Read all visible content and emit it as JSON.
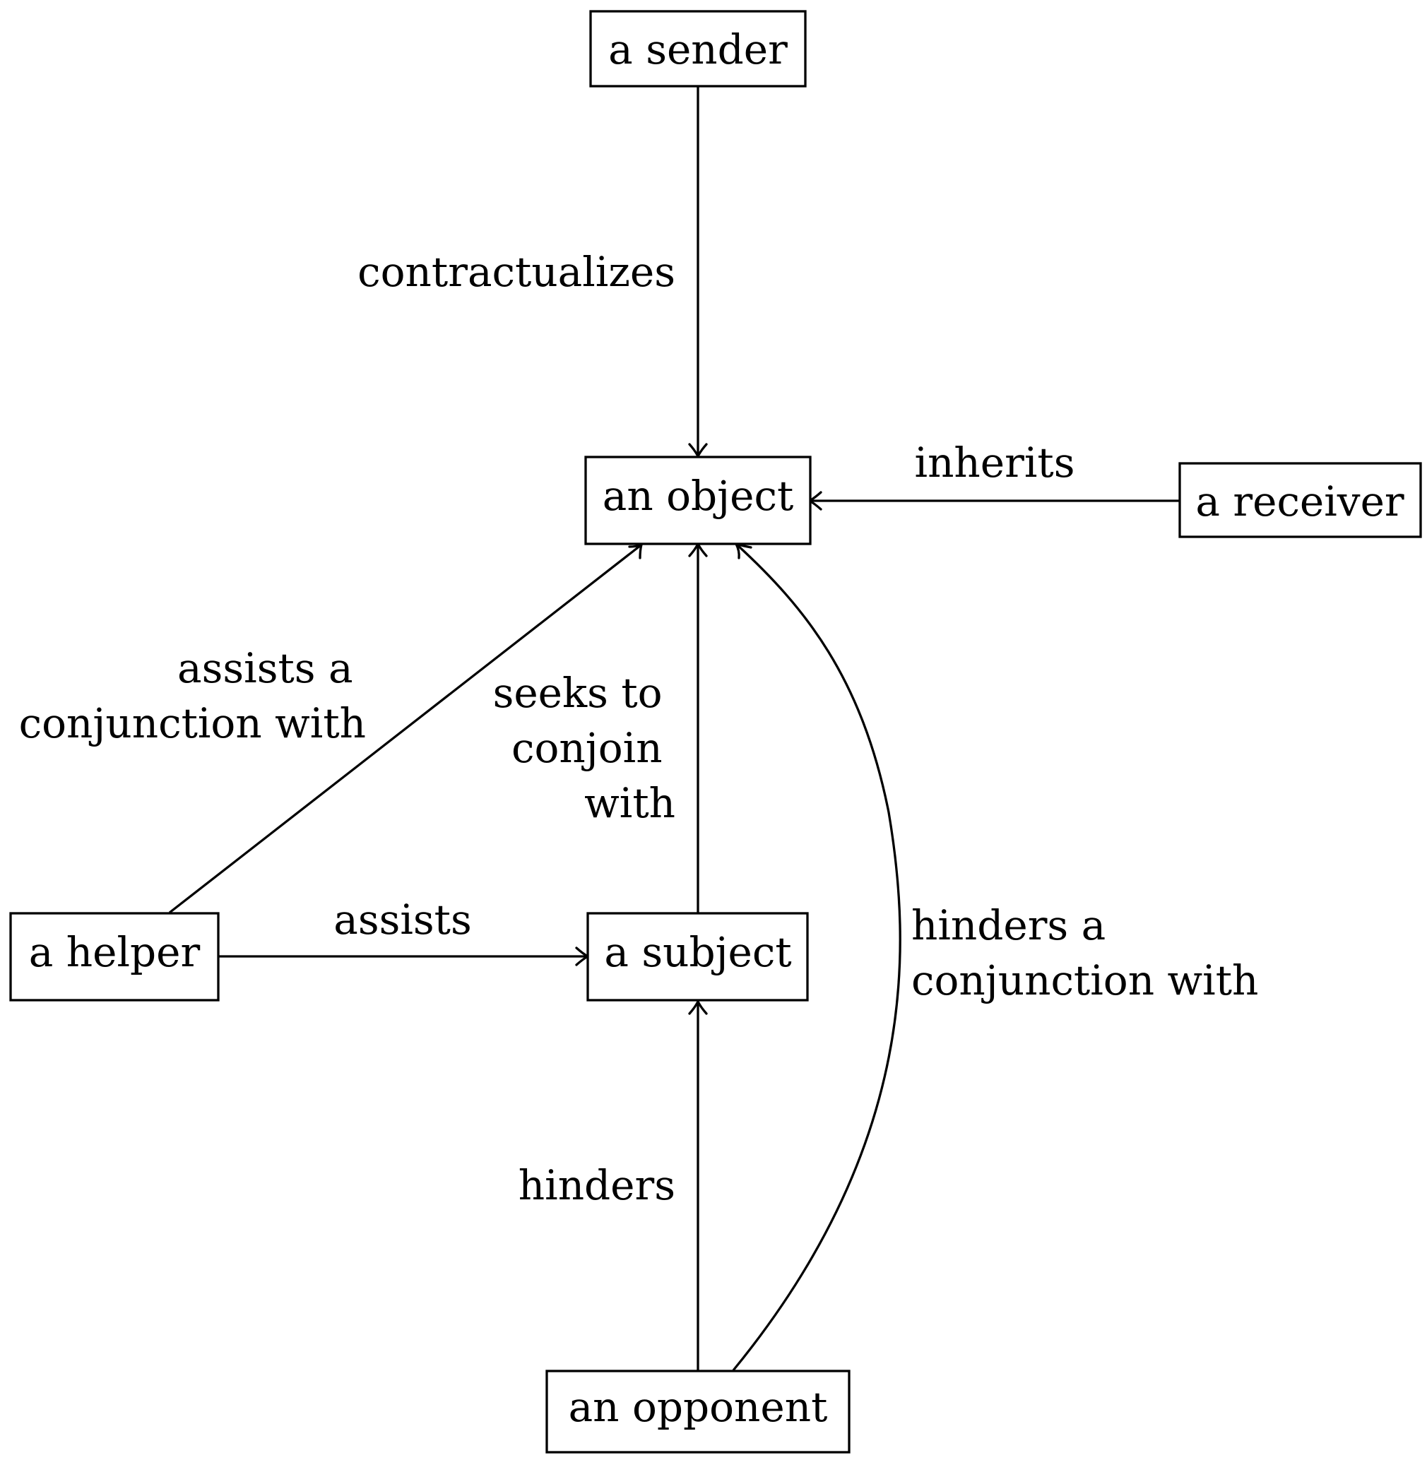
{
  "nodes": {
    "sender": "a sender",
    "object": "an object",
    "receiver": "a receiver",
    "helper": "a helper",
    "subject": "a subject",
    "opponent": "an opponent"
  },
  "edges": {
    "sender_object": [
      "contractualizes"
    ],
    "receiver_object": [
      "inherits"
    ],
    "helper_object": [
      "assists a",
      "conjunction with"
    ],
    "subject_object": [
      "seeks to",
      "conjoin",
      "with"
    ],
    "helper_subject": [
      "assists"
    ],
    "opponent_subject": [
      "hinders"
    ],
    "opponent_object": [
      "hinders a",
      "conjunction with"
    ]
  }
}
